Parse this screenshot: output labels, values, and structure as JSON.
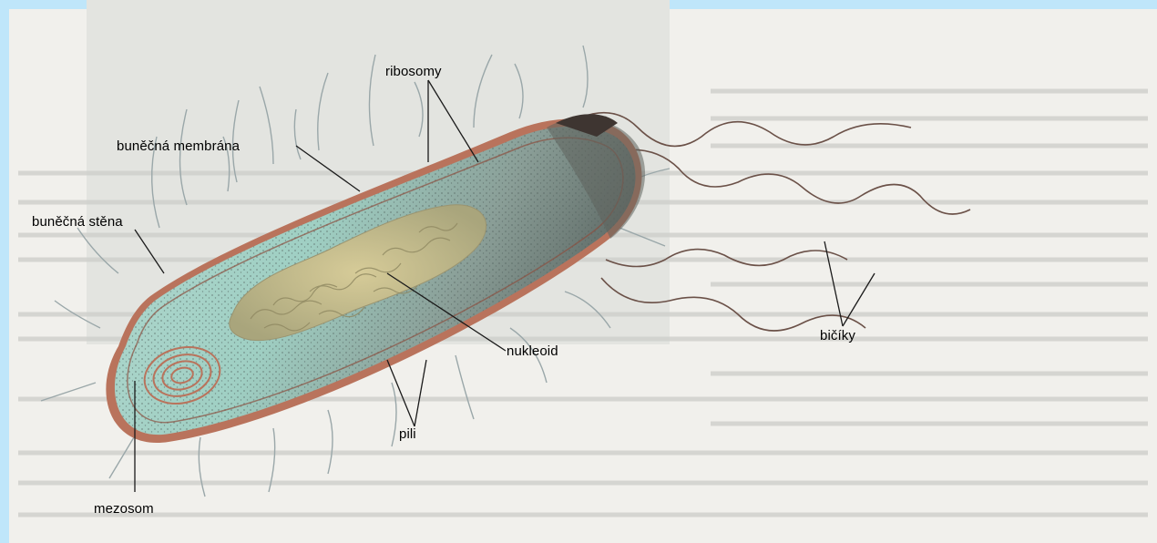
{
  "diagram": {
    "labels": {
      "ribosomy": "ribosomy",
      "membrana": "buněčná membrána",
      "stena": "buněčná stěna",
      "nukleoid": "nukleoid",
      "bicky": "bičíky",
      "pili": "pili",
      "mezosom": "mezosom"
    }
  },
  "colors": {
    "frame": "#bfe6fa",
    "paper": "#f1f0ec",
    "body_fill": "#9cc7bd",
    "body_shadow": "#6e7d78",
    "wall": "#b9735c",
    "nucleoid": "#c7bb8a"
  }
}
